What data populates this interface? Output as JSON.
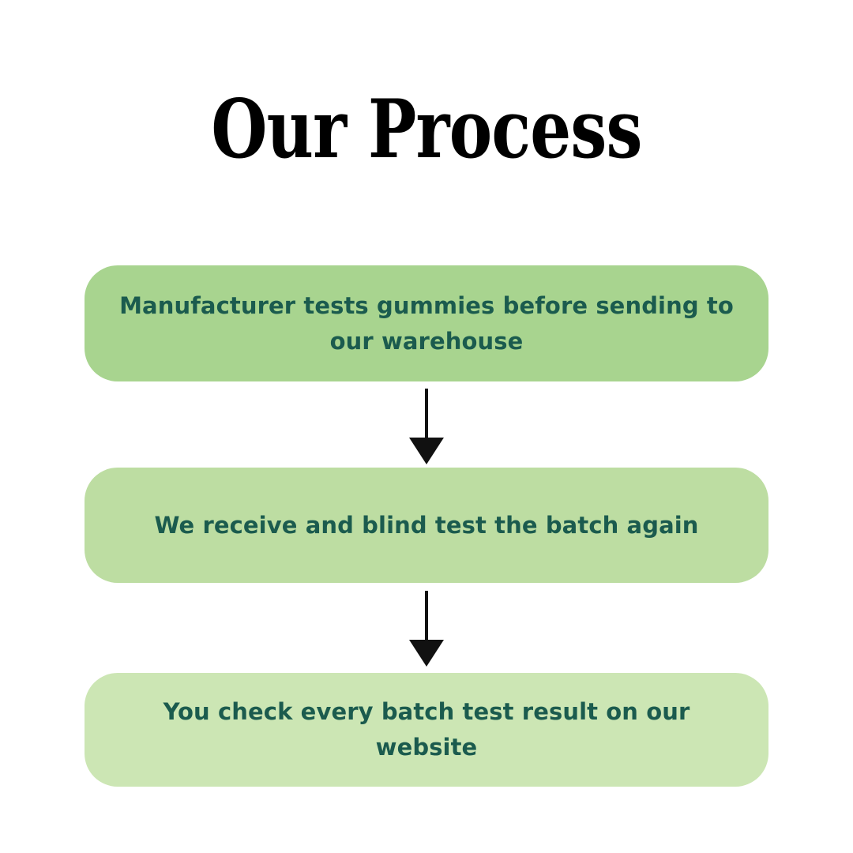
{
  "page": {
    "title": "Our Process",
    "background_color": "#ffffff",
    "title_color": "#000000"
  },
  "flow": {
    "text_color": "#1b5b4e",
    "arrow_color": "#111111",
    "steps": [
      {
        "id": "step-1",
        "label": "Manufacturer tests gummies before sending to our warehouse",
        "background_color": "#a8d48f"
      },
      {
        "id": "step-2",
        "label": "We receive and blind test the batch again",
        "background_color": "#bddda2"
      },
      {
        "id": "step-3",
        "label": "You check every batch test result on our website",
        "background_color": "#cce6b4"
      }
    ],
    "connectors": [
      {
        "id": "connector-1",
        "icon": "arrow-down-icon"
      },
      {
        "id": "connector-2",
        "icon": "arrow-down-icon"
      }
    ]
  }
}
